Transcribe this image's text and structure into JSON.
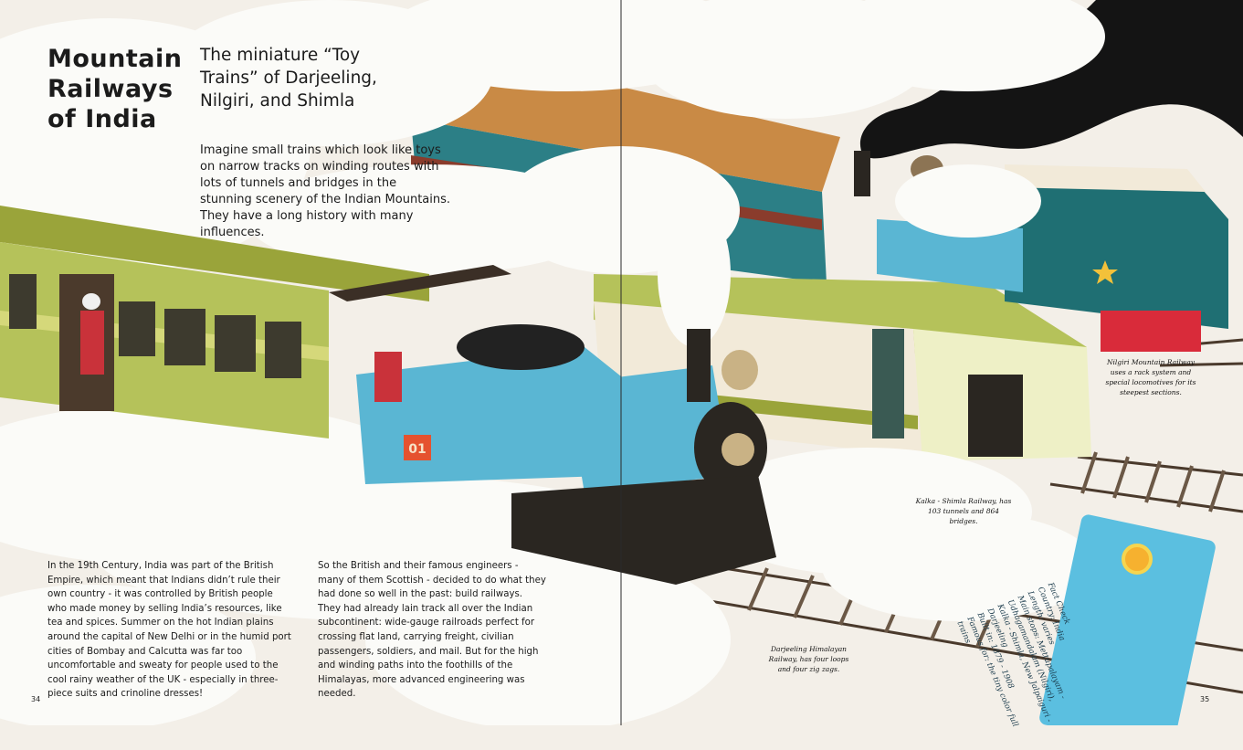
{
  "spread": {
    "title": "Mountain Railways of India",
    "subtitle": "The miniature “Toy Trains” of Darjeeling, Nilgiri, and Shimla",
    "intro": "Imagine small trains which look like toys on narrow tracks on winding routes with lots of tunnels and bridges in the stunning scenery of the Indian Mountains. They have a long history with many influences.",
    "body_left": "In the 19th Century, India was part of the British Empire, which meant that Indians didn’t rule their own country - it was controlled by British people who made money by selling India’s resources, like tea and spices. Summer on the hot Indian plains around the capital of New Delhi or in the humid port cities of Bombay and Calcutta was far too uncomfortable and sweaty for people used to the cool rainy weather of the UK - especially in three-piece suits and crinoline dresses!",
    "body_right": "So the British and their famous engineers - many of them Scottish - decided to do what they had done so well in the past: build railways. They had already lain track all over the Indian subcontinent: wide-gauge railroads perfect for crossing flat land, carrying freight, civilian passengers, soldiers, and mail. But for the high and winding paths into the foothills of the Himalayas, more advanced engineering was needed.",
    "page_left": "34",
    "page_right": "35"
  },
  "captions": {
    "nilgiri": "Nilgiri Mountain Railway uses a rack system and special locomotives for its steepest sections.",
    "kalka": "Kalka - Shimla Railway, has 103 tunnels and 864 bridges.",
    "darjeeling": "Darjeeling Himalayan Railway, has four loops and four zig zags."
  },
  "fact_check": {
    "text": "Fact Check\nCountry: India\nLength: varies\nMain stops: Mettupalayam - Udhagamandalam (Nilgiri),\nKalka - Shimla, New Jalpaiguri - Darjeeling\nBuilt in: 1879 - 1908\nFamous for: the tiny color full trains"
  },
  "engine_number": "01",
  "colors": {
    "background": "#f3efe8",
    "coach_green": "#b5c25a",
    "engine_blue": "#5ab6d3",
    "carriage_teal": "#2c7f86",
    "roof_orange": "#c98a45",
    "smoke_black": "#141414",
    "fact_card": "#5bbfe0"
  }
}
